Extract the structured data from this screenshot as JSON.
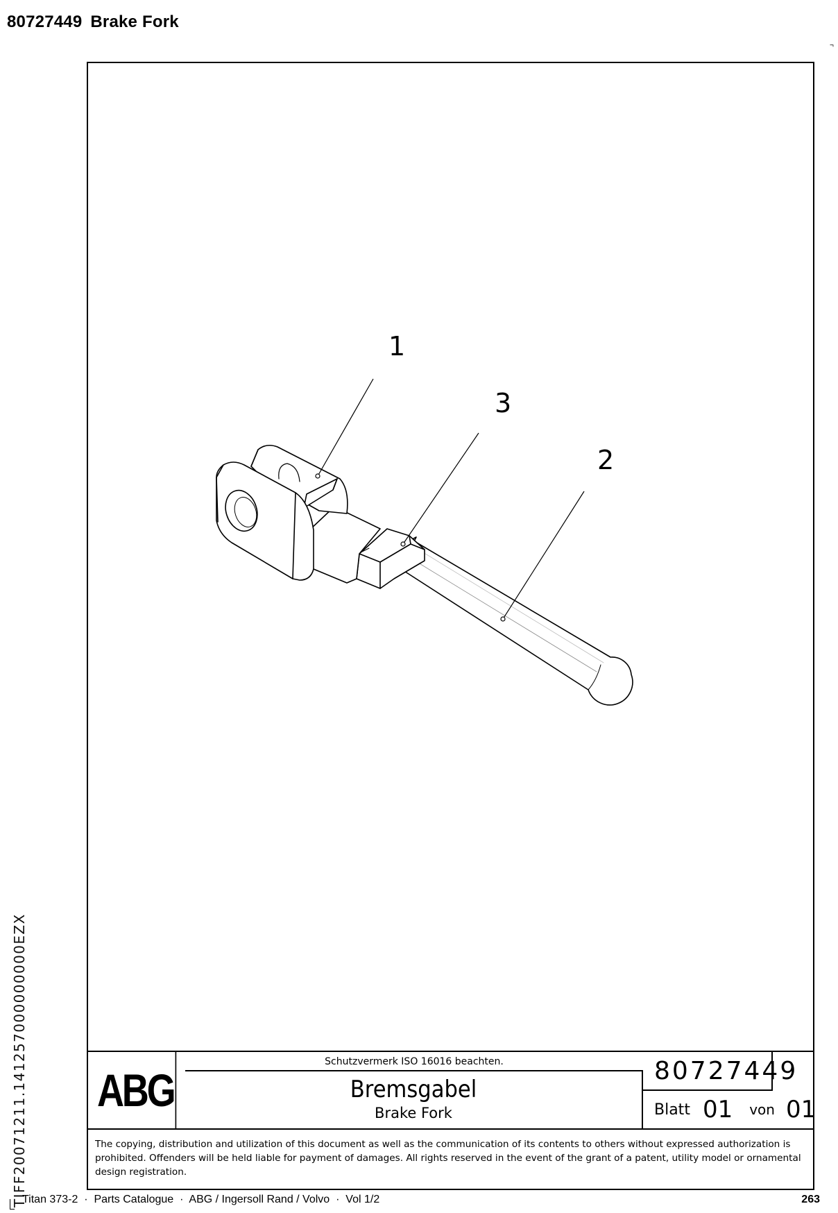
{
  "header": {
    "part_number": "80727449",
    "title": "Brake Fork"
  },
  "side_code": "TIFF20071211.141257000000000EZX",
  "callouts": [
    "1",
    "3",
    "2"
  ],
  "title_block": {
    "logo": "ABG",
    "notice": "Schutzvermerk ISO 16016 beachten.",
    "title_de": "Bremsgabel",
    "title_en": "Brake Fork",
    "drawing_number": "80727449",
    "sheet_label": "Blatt",
    "sheet_number": "01",
    "of_label": "von",
    "sheet_total": "01"
  },
  "copyright": "The copying, distribution and utilization of this document as well as the communication of its contents to others without expressed authorization is prohibited. Offenders will be held liable for payment of damages. All rights reserved in the event of the grant of a patent, utility model or ornamental design registration.",
  "footer": {
    "text": "Titan 373-2  ·  Parts Catalogue  ·  ABG / Ingersoll Rand / Volvo  ·  Vol 1/2",
    "page": "263"
  }
}
